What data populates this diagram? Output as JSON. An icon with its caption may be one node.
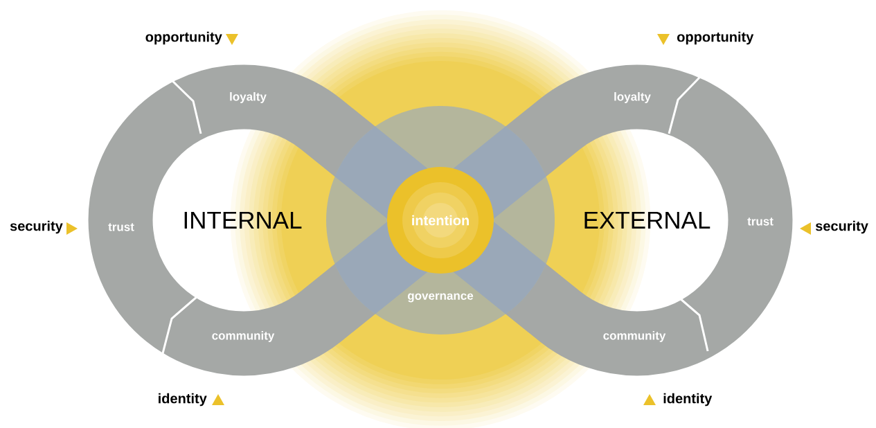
{
  "diagram": {
    "nodes": [
      {
        "text": [
          "governance"
        ]
      },
      {
        "text": [
          "intention"
        ],
        "in": 0
      }
    ],
    "labels": [
      "opportunity",
      "opportunity",
      "loyalty",
      "loyalty",
      "security",
      "trust",
      "INTERNAL",
      "EXTERNAL",
      "trust",
      "security",
      "community",
      "community",
      "identity",
      "identity"
    ]
  }
}
